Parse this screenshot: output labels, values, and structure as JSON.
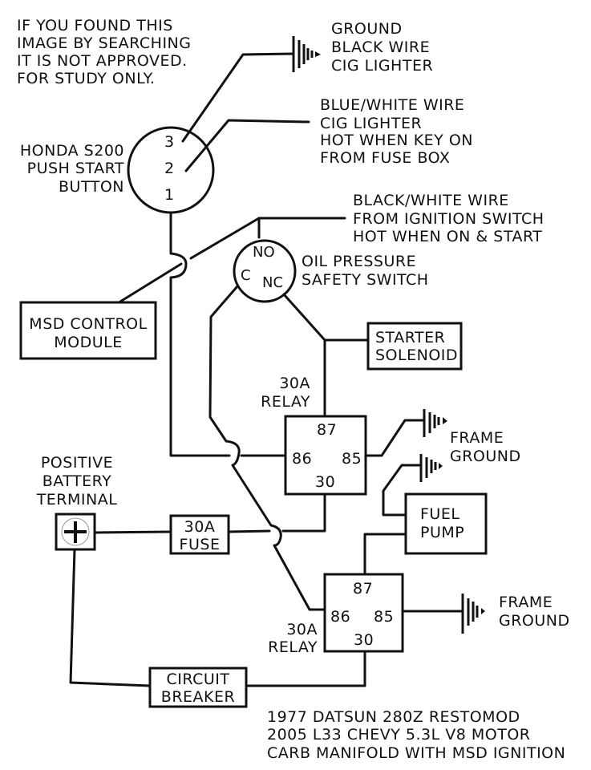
{
  "disclaimer": {
    "lines": [
      "IF YOU FOUND THIS",
      "IMAGE BY SEARCHING",
      "IT IS NOT APPROVED.",
      "FOR STUDY ONLY."
    ]
  },
  "push_button": {
    "label": [
      "HONDA S200",
      "PUSH START",
      "BUTTON"
    ],
    "pins": [
      "3",
      "2",
      "1"
    ]
  },
  "ground_wire_label": [
    "GROUND",
    "BLACK WIRE",
    "CIG LIGHTER"
  ],
  "blue_white_label": [
    "BLUE/WHITE WIRE",
    "CIG LIGHTER",
    "HOT WHEN KEY ON",
    "FROM FUSE BOX"
  ],
  "black_white_label": [
    "BLACK/WHITE WIRE",
    "FROM IGNITION SWITCH",
    "HOT WHEN ON & START"
  ],
  "oil_switch": {
    "label": [
      "OIL PRESSURE",
      "SAFETY SWITCH"
    ],
    "terminals": {
      "no": "NO",
      "c": "C",
      "nc": "NC"
    }
  },
  "msd_module": {
    "label": [
      "MSD CONTROL",
      "MODULE"
    ]
  },
  "starter_solenoid": {
    "label": [
      "STARTER",
      "SOLENOID"
    ]
  },
  "relay1": {
    "label": [
      "30A",
      "RELAY"
    ],
    "pins": {
      "p87": "87",
      "p86": "86",
      "p85": "85",
      "p30": "30"
    }
  },
  "frame_ground_1": {
    "label": [
      "FRAME",
      "GROUND"
    ]
  },
  "fuel_pump": {
    "label": [
      "FUEL",
      "PUMP"
    ]
  },
  "battery": {
    "label": [
      "POSITIVE",
      "BATTERY",
      "TERMINAL"
    ],
    "symbol": "+"
  },
  "fuse": {
    "label": [
      "30A",
      "FUSE"
    ]
  },
  "relay2": {
    "label": [
      "30A",
      "RELAY"
    ],
    "pins": {
      "p87": "87",
      "p86": "86",
      "p85": "85",
      "p30": "30"
    }
  },
  "frame_ground_2": {
    "label": [
      "FRAME",
      "GROUND"
    ]
  },
  "circuit_breaker": {
    "label": [
      "CIRCUIT",
      "BREAKER"
    ]
  },
  "footer": {
    "lines": [
      "1977 DATSUN 280Z RESTOMOD",
      "2005 L33 CHEVY 5.3L V8 MOTOR",
      "CARB MANIFOLD WITH MSD IGNITION"
    ]
  }
}
